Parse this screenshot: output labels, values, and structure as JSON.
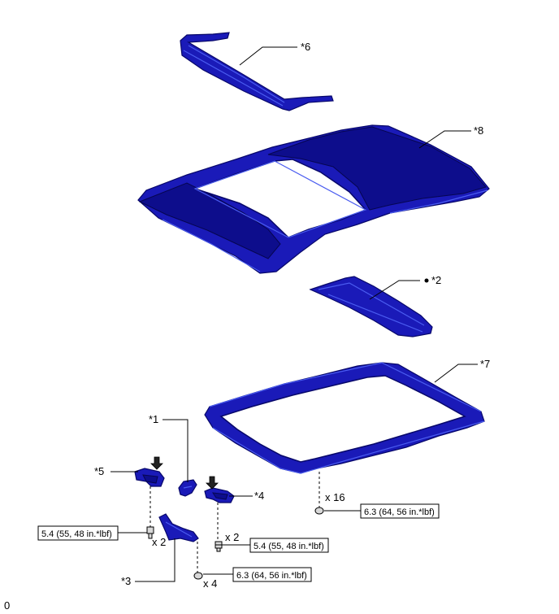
{
  "labels": {
    "p1": "*1",
    "p2": "*2",
    "p3": "*3",
    "p4": "*4",
    "p5": "*5",
    "p6": "*6",
    "p7": "*7",
    "p8": "*8"
  },
  "torques": {
    "t_left": "5.4 (55, 48 in.*lbf)",
    "t_mid": "5.4 (55, 48 in.*lbf)",
    "t_bottom": "6.3 (64, 56 in.*lbf)",
    "t_right": "6.3 (64, 56 in.*lbf)"
  },
  "counts": {
    "c_left": "x 2",
    "c_mid": "x 2",
    "c_bottom": "x 4",
    "c_right": "x 16"
  },
  "corner_code": "0",
  "colors": {
    "part_blue": "#1a1ab8"
  }
}
